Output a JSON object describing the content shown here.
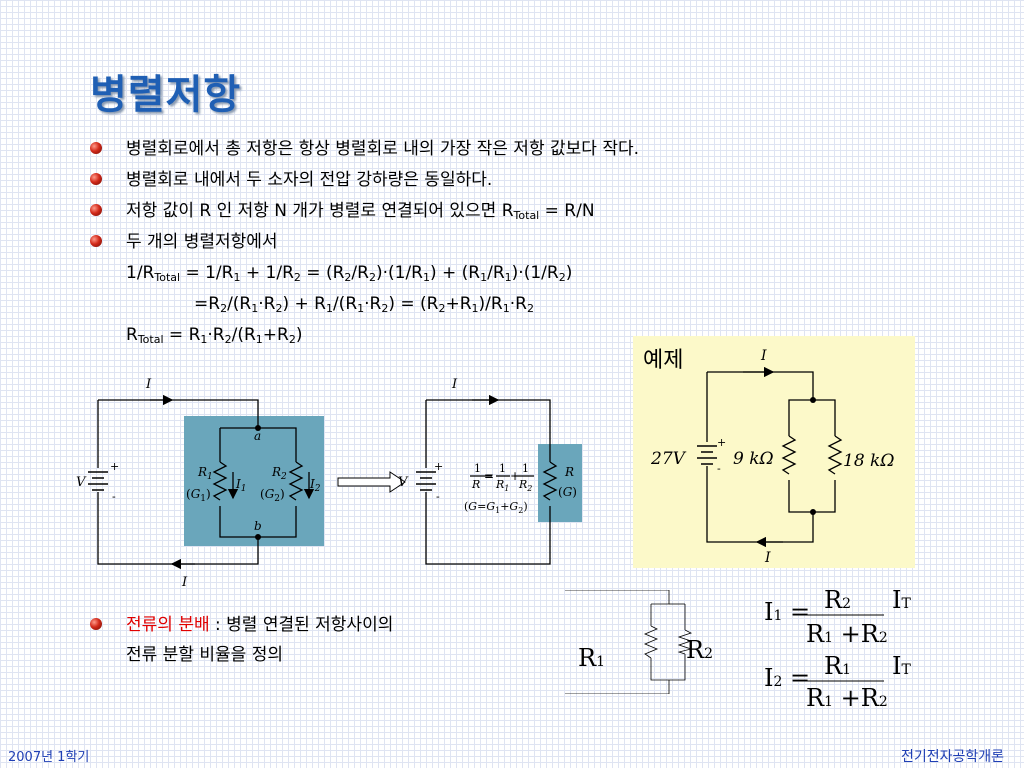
{
  "title": "병렬저항",
  "bullets": [
    "병렬회로에서 총 저항은 항상 병렬회로 내의 가장 작은 저항 값보다 작다.",
    "병렬회로 내에서 두 소자의 전압 강하량은 동일하다."
  ],
  "bullet3": {
    "pre": "저항 값이 R 인 저항 N 개가 병렬로 연결되어 있으면 R",
    "sub": "Total",
    "post": " = R/N"
  },
  "bullet4": "두 개의 병렬저항에서",
  "lower": {
    "red": "전류의 분배",
    "rest": " : 병렬 연결된 저항사이의",
    "line2": "전류 분할 비율을 정의"
  },
  "example": {
    "label": "예제",
    "voltage": "27V",
    "r1": "9 kΩ",
    "r2": "18 kΩ",
    "current": "I"
  },
  "circuit": {
    "current": "I",
    "voltage": "V",
    "node_a": "a",
    "node_b": "b",
    "plus": "+",
    "minus": "-"
  },
  "footer": {
    "left": "2007년 1학기",
    "right": "전기전자공학개론"
  },
  "colors": {
    "title": "#1f5fb4",
    "teal": "#6aa6bb",
    "example_bg": "#fcf9c9",
    "bullet": "#d2291a"
  }
}
